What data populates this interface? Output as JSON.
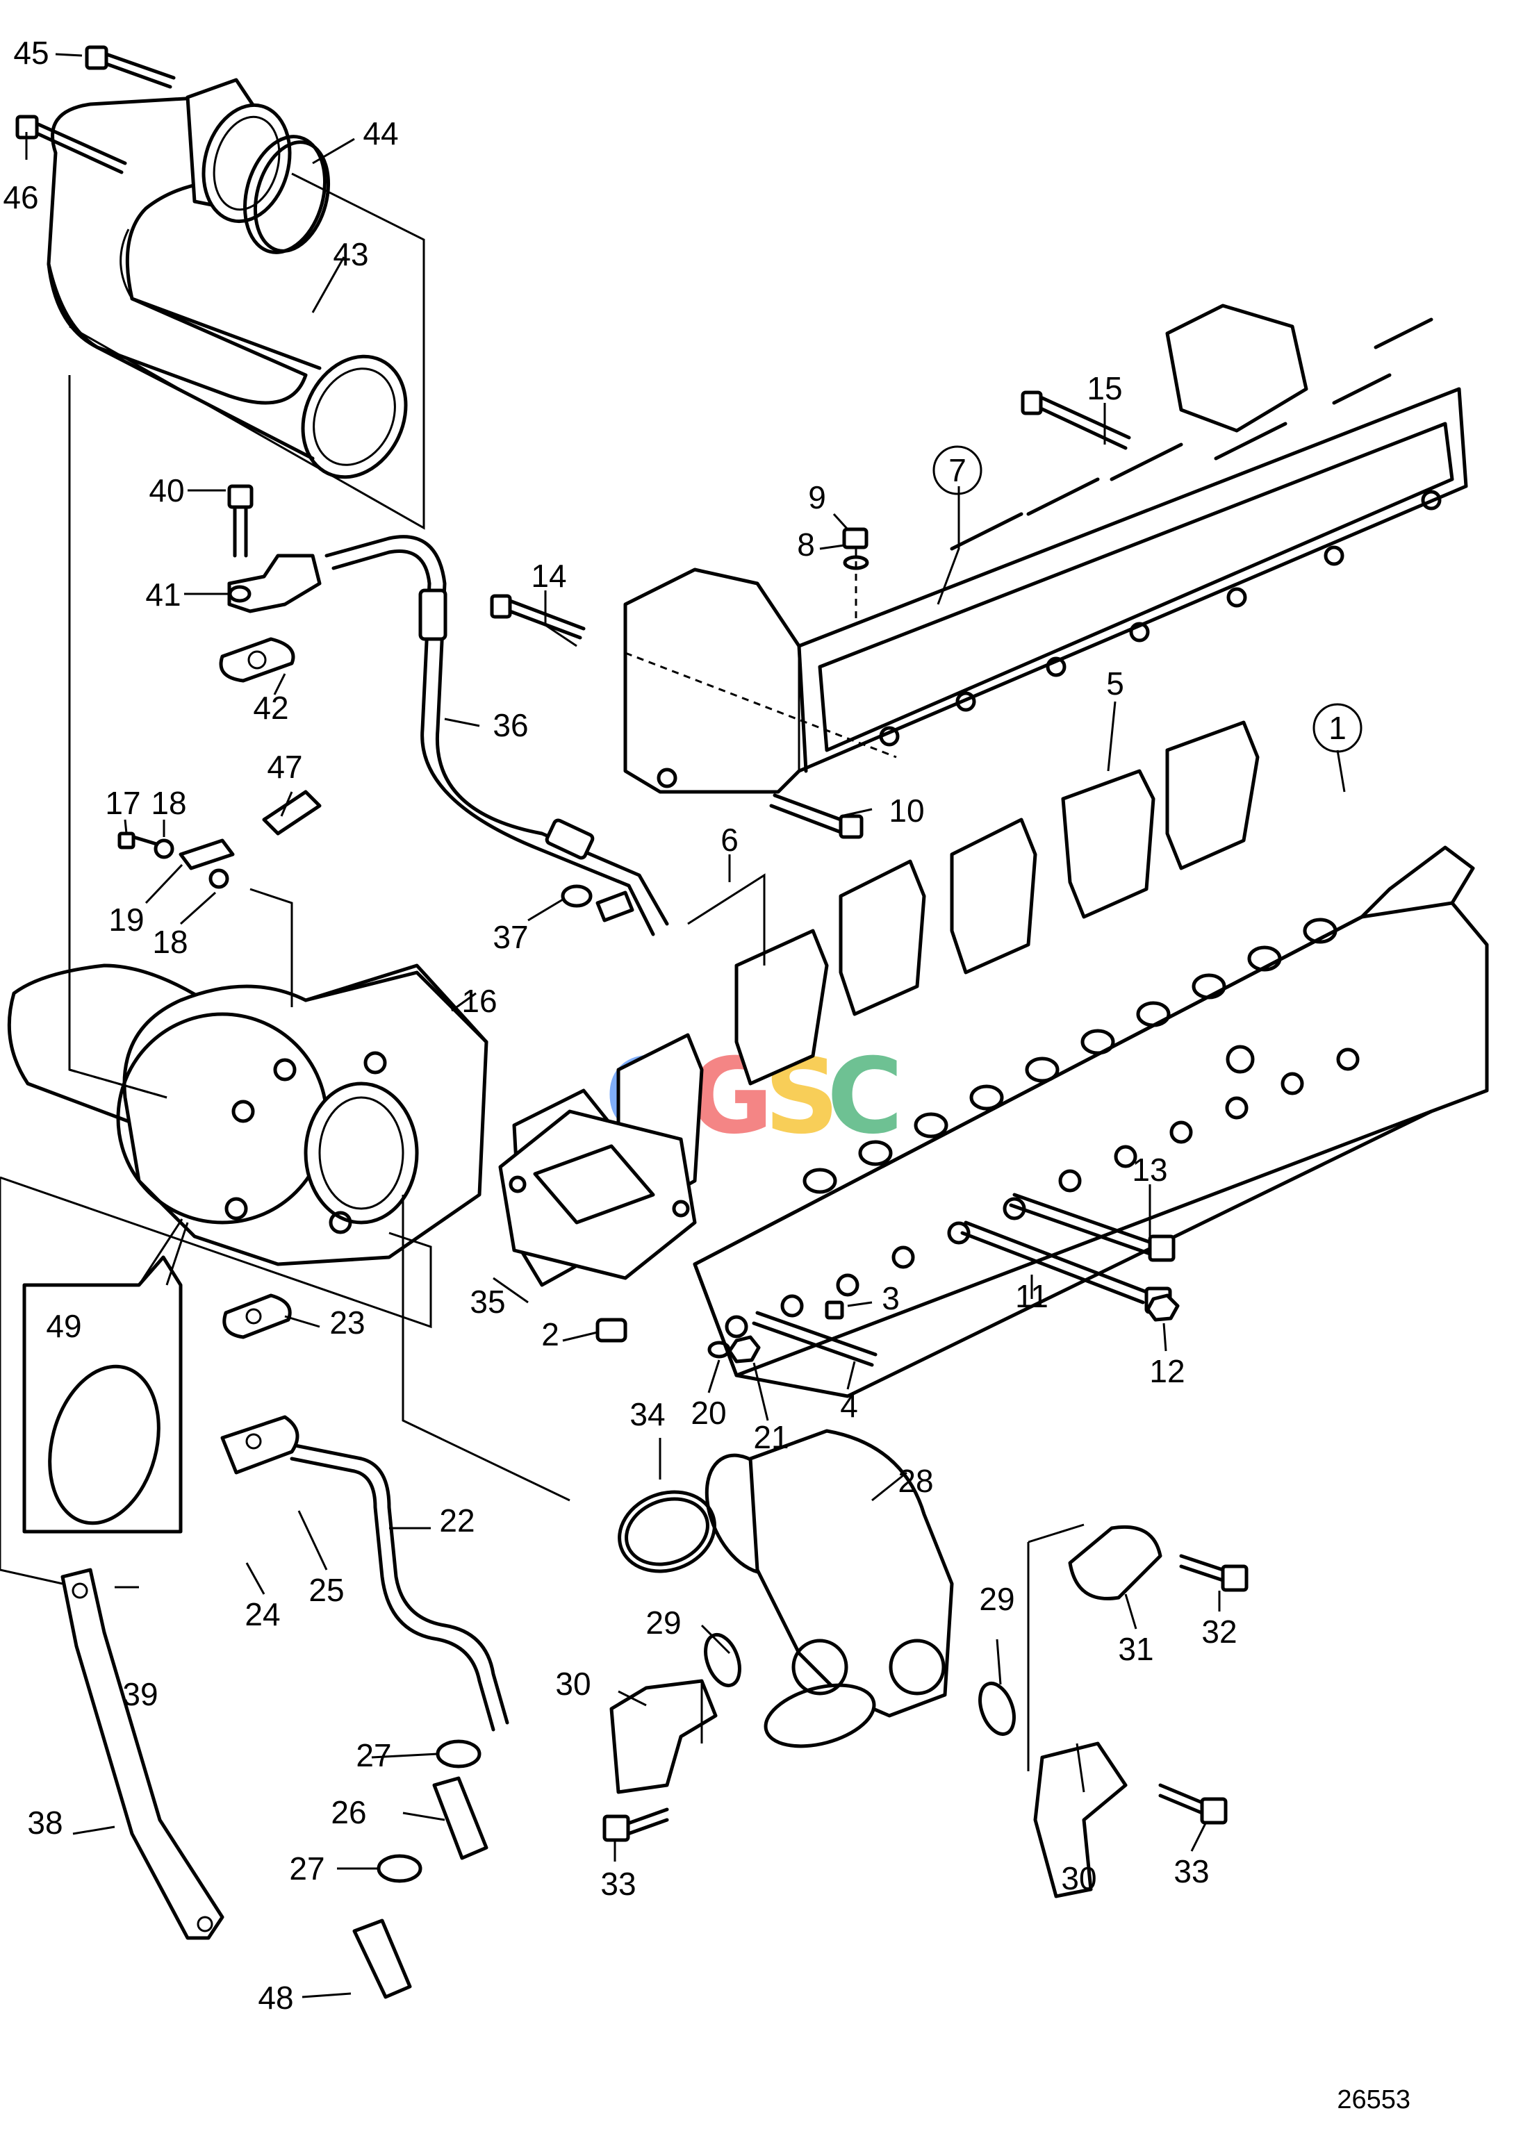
{
  "figure": {
    "number": "26553",
    "watermark": {
      "letters": [
        "C",
        "G",
        "S",
        "C"
      ],
      "colors": [
        "#3b82f6",
        "#ef4444",
        "#f5b400",
        "#22a05a"
      ]
    }
  },
  "callouts": {
    "c1": "1",
    "c2": "2",
    "c3": "3",
    "c4": "4",
    "c5": "5",
    "c6": "6",
    "c7": "7",
    "c8": "8",
    "c9": "9",
    "c10": "10",
    "c11": "11",
    "c12": "12",
    "c13": "13",
    "c14": "14",
    "c15": "15",
    "c16": "16",
    "c17": "17",
    "c18a": "18",
    "c18b": "18",
    "c19": "19",
    "c20": "20",
    "c21": "21",
    "c22": "22",
    "c23": "23",
    "c24": "24",
    "c25": "25",
    "c26": "26",
    "c27a": "27",
    "c27b": "27",
    "c28": "28",
    "c29a": "29",
    "c29b": "29",
    "c30a": "30",
    "c30b": "30",
    "c31": "31",
    "c32": "32",
    "c33a": "33",
    "c33b": "33",
    "c34": "34",
    "c35": "35",
    "c36": "36",
    "c37": "37",
    "c38": "38",
    "c39": "39",
    "c40": "40",
    "c41": "41",
    "c42": "42",
    "c43": "43",
    "c44": "44",
    "c45": "45",
    "c46": "46",
    "c47": "47",
    "c48": "48",
    "c49": "49"
  }
}
